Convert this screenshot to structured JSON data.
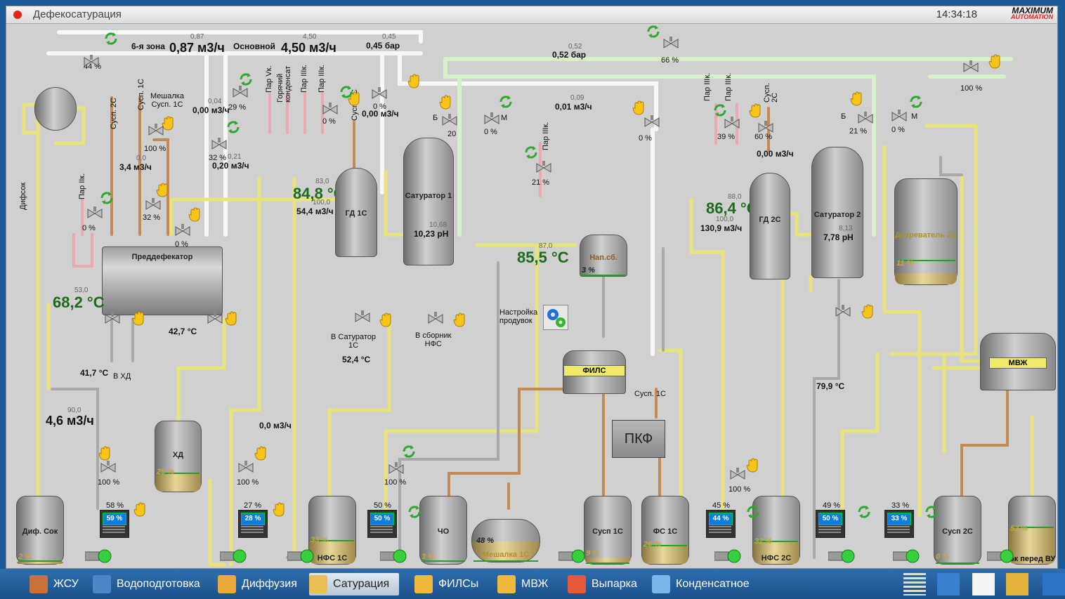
{
  "window": {
    "title": "Дефекосатурация",
    "clock": "14:34:18",
    "logo_line1": "MAXIMUM",
    "logo_line2": "AUTOMATION"
  },
  "header_flow": {
    "zone6_label": "6-я зона",
    "zone6_small": "0,87",
    "zone6_value": "0,87 м3/ч",
    "main_label": "Основной",
    "main_small": "4,50",
    "main_value": "4,50 м3/ч",
    "press_small": "0,45",
    "press_value": "0,45 бар",
    "left_valve_pct": "44 %",
    "top_press_small": "0,52",
    "top_press_value": "0,52 бар",
    "top_valve_pct": "66 %",
    "right_valve_pct": "100 %"
  },
  "left": {
    "difsok": "Дифсок",
    "par_2k": "Пар IIк.",
    "par_pct": "0 %",
    "susp2c": "Сусп. 2С",
    "susp1c": "Сусп. 1С",
    "mixer": "Мешалка\nСусп. 1С",
    "mix_pct": "100 %",
    "mix_small": "0,0",
    "mix_flow": "3,4 м3/ч",
    "v32": "32 %",
    "flow_a_small": "0,04",
    "flow_a": "0,00 м3/ч",
    "v29": "29 %",
    "v32b": "32 %",
    "flow_b_small": "0,21",
    "flow_b": "0,20 м3/ч",
    "v0b": "0 %",
    "predef": "Преддефекатор",
    "t_small": "53,0",
    "t_big": "68,2 °C",
    "t_427": "42,7 °C",
    "t_417": "41,7 °C",
    "to_hd": "В ХД",
    "flow_small": "90,0",
    "flow_big": "4,6 м3/ч",
    "v100a": "100 %",
    "v100b": "100 %",
    "flow_zero": "0,0 м3/ч",
    "hd": "ХД",
    "hd_pct": "25 %"
  },
  "gd1": {
    "par_vk": "Пар Vк.",
    "gor_kond": "Горячий\nконденсат",
    "par_3k_a": "Пар IIIк.",
    "par_3k_b": "Пар IIIк.",
    "v0": "0 %",
    "t_small": "83,0",
    "t_big": "84,8 °C",
    "flow_small": "100,0",
    "flow": "54,4 м3/ч",
    "name": "ГД 1С",
    "susp2c": "Сусп. 2С",
    "v0c": "0 %",
    "flow_top": "0,00 м3/ч",
    "to_sat": "В Сатуратор\n1С",
    "t_sat": "52,4 °C"
  },
  "sat1": {
    "name": "Сатуратор 1",
    "ph_small": "10,68",
    "ph": "10,23 pH",
    "vb": "Б",
    "vm": "М",
    "v20": "20",
    "v0": "0 %",
    "to_nfs": "В сборник\nНФС"
  },
  "mid": {
    "flow_small": "0,09",
    "flow": "0,01 м3/ч",
    "v0": "0 %",
    "par_3k": "Пар IIIк.",
    "v21": "21 %",
    "t_small": "87,0",
    "t_big": "85,5 °C",
    "nap": "Нап.сб.",
    "nap_pct": "3 %",
    "blow": "Настройка\nпродувок",
    "fils": "ФИЛС",
    "susp1c": "Сусп. 1С",
    "pkf": "ПКФ"
  },
  "gd2": {
    "par_3k_a": "Пар IIIк.",
    "par_3k_b": "Пар IIIк.",
    "susp2c": "Сусп.\n2С",
    "v39": "39 %",
    "v60": "60 %",
    "flow_top": "0,00 м3/ч",
    "t_small": "88,0",
    "t_big": "86,4 °C",
    "flow_small": "100,0",
    "flow": "130,9 м3/ч",
    "name": "ГД 2С"
  },
  "sat2": {
    "name": "Сатуратор 2",
    "ph_small": "8,13",
    "ph": "7,78 pH",
    "vb": "Б",
    "vm": "М",
    "v21": "21 %",
    "v0": "0 %",
    "t": "79,9 °C"
  },
  "right": {
    "dozr": "Дозреватель 2С",
    "dozr_pct": "11 %",
    "mvzh": "МВЖ"
  },
  "bottom": {
    "difsok": {
      "name": "Диф. Сок",
      "pct": "2 %",
      "ctrl": "59 %",
      "sp": "58 %"
    },
    "nfs1": {
      "name": "НФС 1С",
      "pct": "33 %",
      "ctrl": "28 %",
      "sp": "27 %"
    },
    "cho": {
      "name": "ЧО",
      "pct": "3 %",
      "ctrl": "50 %",
      "sp": "50 %"
    },
    "mixer": {
      "name": "Мешалка 1С",
      "pct": "48 %"
    },
    "susp1": {
      "name": "Сусп 1С",
      "pct": "9 %"
    },
    "fs1": {
      "name": "ФС 1С",
      "pct": "26 %"
    },
    "nfs2": {
      "name": "НФС 2С",
      "pct": "32 %",
      "ctrl": "44 %",
      "sp": "45 %",
      "v": "100 %"
    },
    "susp2": {
      "name": "Сусп 2С",
      "pct": "0 %",
      "ctrl": "50 %",
      "sp": "49 %"
    },
    "sokvu": {
      "name": "Сок перед ВУ",
      "pct": "53 %",
      "ctrl": "33 %",
      "sp": "33 %"
    },
    "v100": "100 %"
  },
  "taskbar": {
    "items": [
      "ЖСУ",
      "Водоподготовка",
      "Диффузия",
      "Сатурация",
      "ФИЛСы",
      "МВЖ",
      "Выпарка",
      "Конденсатное"
    ],
    "active": "Сатурация"
  }
}
